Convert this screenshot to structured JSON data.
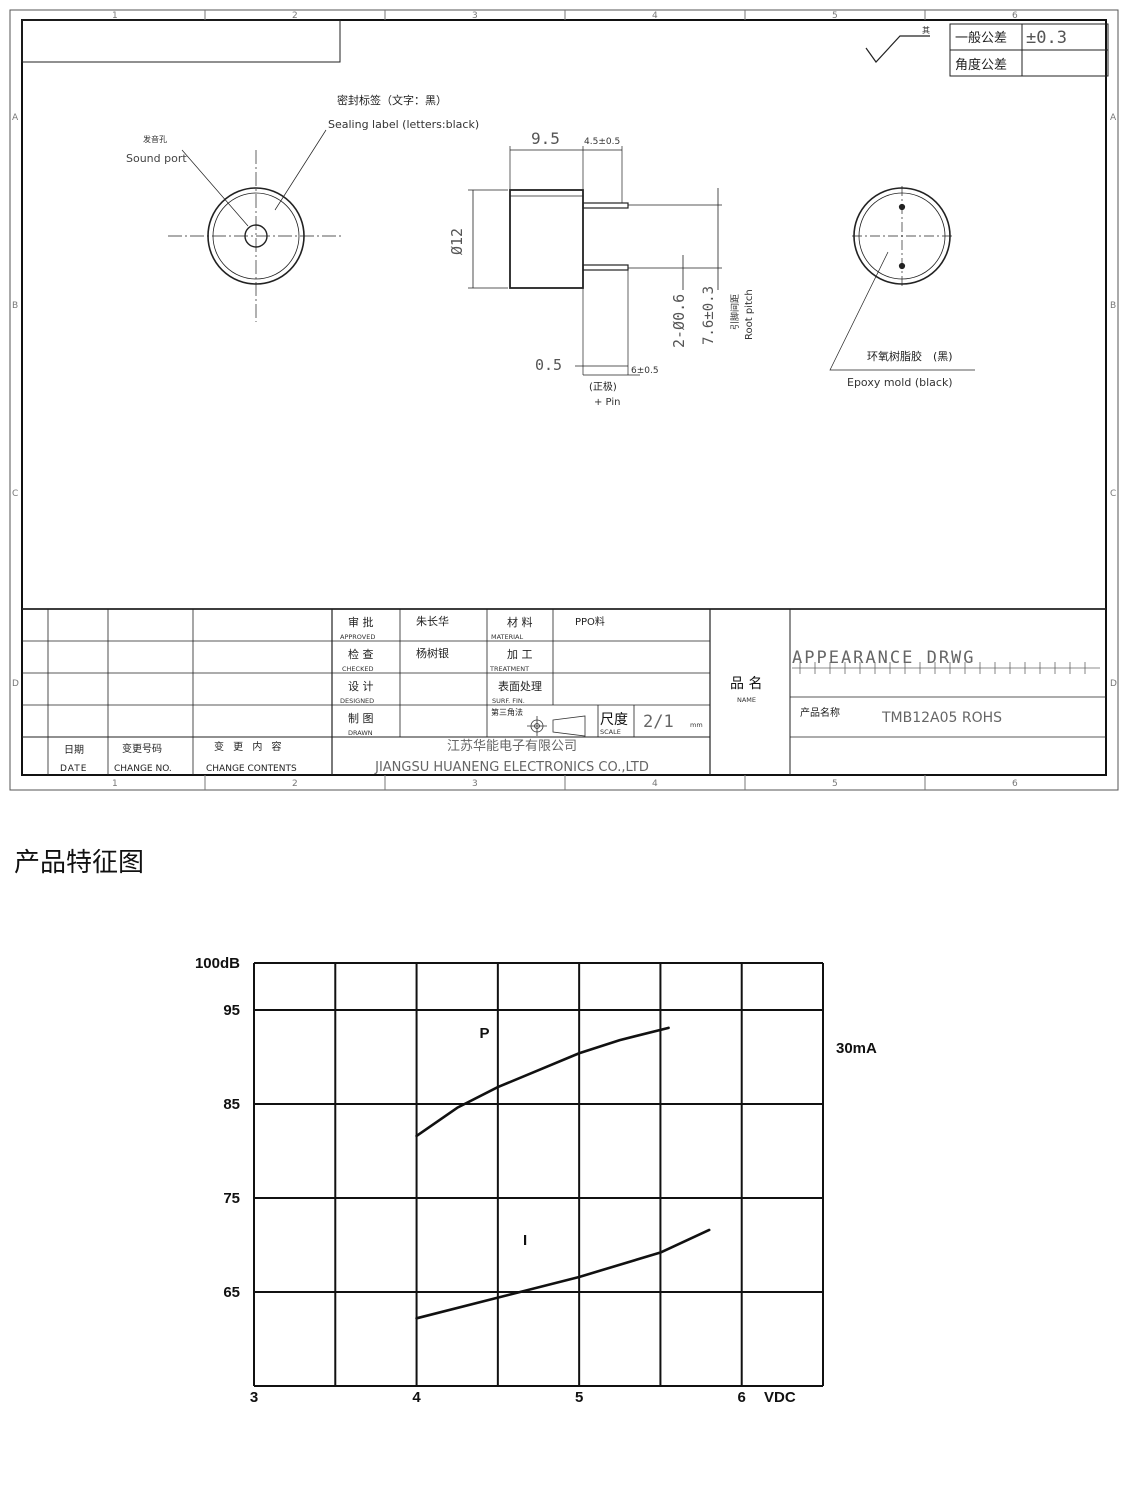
{
  "drawing": {
    "zone_columns": [
      "1",
      "2",
      "3",
      "4",
      "5",
      "6"
    ],
    "zone_rows": [
      "A",
      "B",
      "C",
      "D"
    ],
    "tolerance": {
      "general_label": "一般公差",
      "general_value": "±0.3",
      "angle_label": "角度公差",
      "surface_mark": "其"
    },
    "front_view": {
      "sound_port_cn": "发音孔",
      "sound_port_en": "Sound port",
      "sealing_cn": "密封标签（文字：黑）",
      "sealing_en": "Sealing label (letters:black)"
    },
    "side_view": {
      "dim_length": "9.5",
      "dim_pin_len": "4.5±0.5",
      "dim_dia": "Ø12",
      "dim_pins": "2-Ø0.6",
      "dim_pitch": "7.6±0.3",
      "pitch_cn": "引脚间距",
      "pitch_en": "Root pitch",
      "dim_offset": "0.5",
      "dim_pin_tol": "6±0.5",
      "pin_cn": "(正极)",
      "pin_en": "+ Pin"
    },
    "rear_view": {
      "epoxy_cn": "环氧树脂胶　(黑)",
      "epoxy_en": "Epoxy mold (black)"
    },
    "title_block": {
      "approved_cn": "审 批",
      "approved_en": "APPROVED",
      "approved_name": "朱长华",
      "checked_cn": "检 查",
      "checked_en": "CHECKED",
      "checked_name": "杨树银",
      "designed_cn": "设 计",
      "designed_en": "DESIGNED",
      "drawn_cn": "制 图",
      "drawn_en": "DRAWN",
      "material_cn": "材 料",
      "material_en": "MATERIAL",
      "material_value": "PPO料",
      "treatment_cn": "加 工",
      "treatment_en": "TREATMENT",
      "surface_cn": "表面处理",
      "surface_en": "SURF. FIN.",
      "projection_cn": "第三角法",
      "scale_cn": "尺度",
      "scale_en": "SCALE",
      "scale_value": "2/1",
      "scale_unit": "mm",
      "name_cn": "品 名",
      "name_en": "NAME",
      "drawing_type": "APPEARANCE DRWG",
      "product_label": "产品名称",
      "product_name": "TMB12A05 ROHS",
      "date_cn": "日期",
      "date_en": "DATE",
      "change_no_cn": "变更号码",
      "change_no_en": "CHANGE NO.",
      "change_contents_cn": "变 更 内 容",
      "change_contents_en": "CHANGE CONTENTS",
      "company_cn": "江苏华能电子有限公司",
      "company_en": "JIANGSU HUANENG ELECTRONICS CO.,LTD"
    }
  },
  "section_title": "产品特征图",
  "chart_data": {
    "type": "line",
    "title": "",
    "xlabel": "VDC",
    "ylabel": "",
    "xlim": [
      3,
      6.5
    ],
    "ylim": [
      55,
      100
    ],
    "x_tick_labels": [
      "3",
      "4",
      "5",
      "6"
    ],
    "x_ticks": [
      3,
      4,
      5,
      6
    ],
    "y_tick_labels": [
      "100dB",
      "95",
      "85",
      "75",
      "65"
    ],
    "y_ticks": [
      100,
      95,
      85,
      75,
      65
    ],
    "x_gridlines": [
      3,
      3.5,
      4,
      4.5,
      5,
      5.5,
      6,
      6.5
    ],
    "y_gridlines": [
      55,
      65,
      75,
      85,
      95,
      100
    ],
    "grid": true,
    "right_annotation": "30mA",
    "series": [
      {
        "name": "P",
        "x": [
          4.0,
          4.25,
          4.5,
          4.75,
          5.0,
          5.25,
          5.55
        ],
        "values": [
          81.6,
          84.6,
          86.8,
          88.6,
          90.4,
          91.8,
          93.1
        ]
      },
      {
        "name": "I",
        "x": [
          4.0,
          4.5,
          5.0,
          5.5,
          5.8
        ],
        "values": [
          62.2,
          64.4,
          66.6,
          69.2,
          71.6
        ]
      }
    ]
  }
}
